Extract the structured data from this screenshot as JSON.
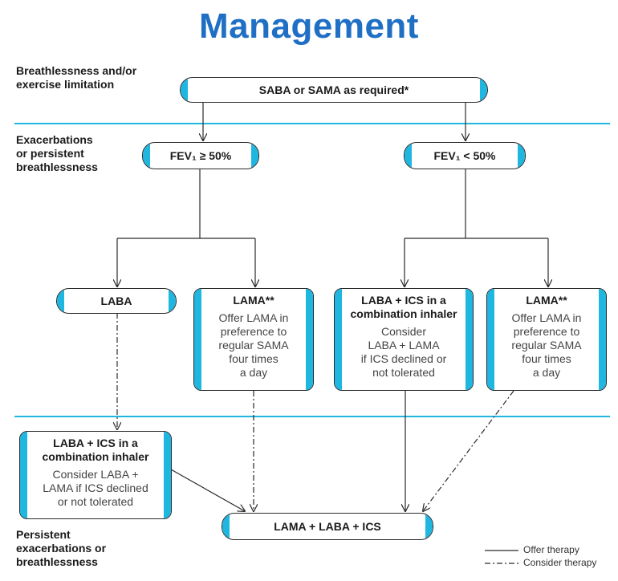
{
  "title": "Management",
  "stages": {
    "stage1": "Breathlessness and/or\nexercise limitation",
    "stage2": "Exacerbations\nor persistent\nbreathlessness",
    "stage3": "Persistent\nexacerbations or\nbreathlessness"
  },
  "nodes": {
    "saba_sama": {
      "title": "SABA or SAMA as required*"
    },
    "fev_high": {
      "title": "FEV₁ ≥ 50%"
    },
    "fev_low": {
      "title": "FEV₁ < 50%"
    },
    "laba": {
      "title": "LABA"
    },
    "lama_left": {
      "title": "LAMA**",
      "body": "Offer LAMA in\npreference to\nregular SAMA\nfour times\na day"
    },
    "laba_ics_mid": {
      "title": "LABA + ICS in a\ncombination inhaler",
      "body": "Consider\nLABA + LAMA\nif ICS declined or\nnot tolerated"
    },
    "lama_right": {
      "title": "LAMA**",
      "body": "Offer LAMA in\npreference to\nregular SAMA\nfour times\na day"
    },
    "laba_ics_bottom": {
      "title": "LABA + ICS in a\ncombination inhaler",
      "body": "Consider LABA +\nLAMA if ICS declined\nor not tolerated"
    },
    "triple": {
      "title": "LAMA + LABA + ICS"
    }
  },
  "legend": {
    "offer": "Offer therapy",
    "consider": "Consider therapy"
  },
  "colors": {
    "title": "#1f6fc5",
    "accent": "#1fb6e0",
    "line": "#2a2a2a"
  }
}
